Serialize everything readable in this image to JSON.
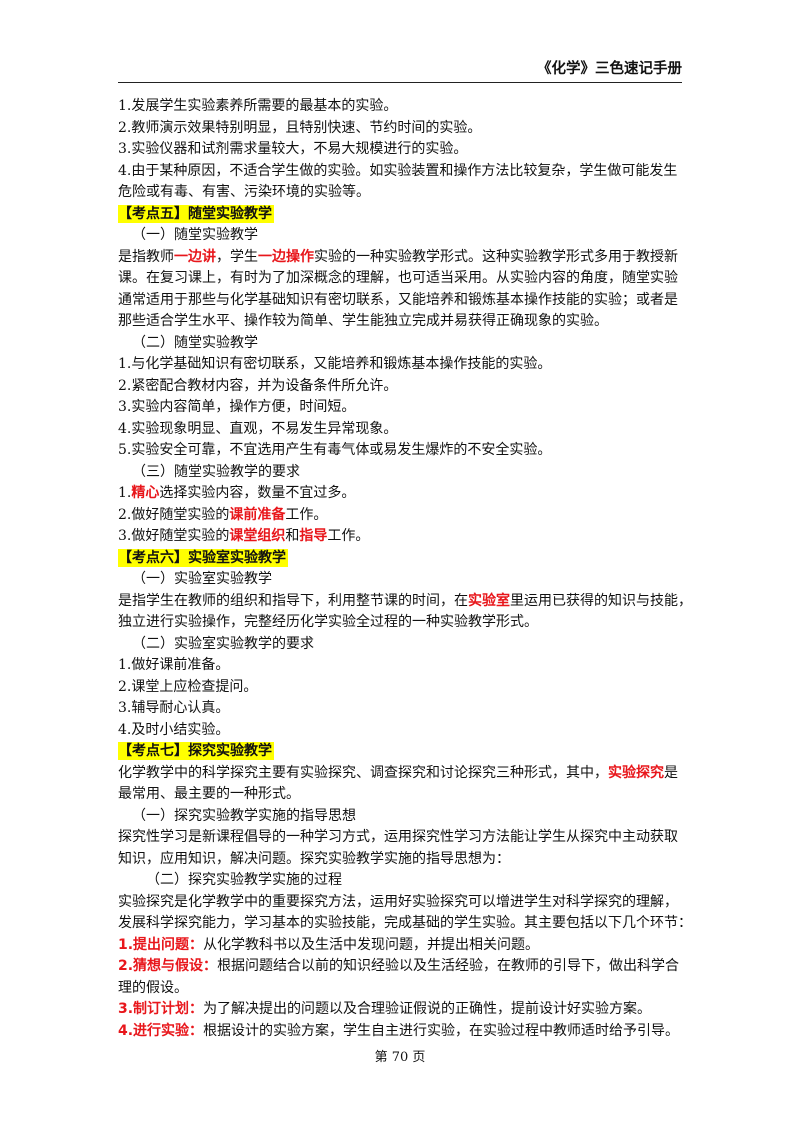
{
  "header": {
    "title": "《化学》三色速记手册"
  },
  "lines": [
    {
      "t": "1.发展学生实验素养所需要的最基本的实验。"
    },
    {
      "t": "2.教师演示效果特别明显，且特别快速、节约时间的实验。"
    },
    {
      "t": "3.实验仪器和试剂需求量较大，不易大规模进行的实验。"
    },
    {
      "t": "4.由于某种原因，不适合学生做的实验。如实验装置和操作方法比较复杂，学生做可能发生"
    },
    {
      "t": "危险或有毒、有害、污染环境的实验等。"
    },
    {
      "sec": "【考点五】随堂实验教学"
    },
    {
      "t": "（一）随堂实验教学",
      "ind": 1
    },
    {
      "segs": [
        {
          "t": "是指教师"
        },
        {
          "r": "一边讲"
        },
        {
          "t": "，学生"
        },
        {
          "r": "一边操作"
        },
        {
          "t": "实验的一种实验教学形式。这种实验教学形式多用于教授新"
        }
      ]
    },
    {
      "t": "课。在复习课上，有时为了加深概念的理解，也可适当采用。从实验内容的角度，随堂实验"
    },
    {
      "t": "通常适用于那些与化学基础知识有密切联系，又能培养和锻炼基本操作技能的实验；或者是"
    },
    {
      "t": "那些适合学生水平、操作较为简单、学生能独立完成并易获得正确现象的实验。"
    },
    {
      "t": "（二）随堂实验教学",
      "ind": 1
    },
    {
      "t": "1.与化学基础知识有密切联系，又能培养和锻炼基本操作技能的实验。"
    },
    {
      "t": "2.紧密配合教材内容，并为设备条件所允许。"
    },
    {
      "t": "3.实验内容简单，操作方便，时间短。"
    },
    {
      "t": "4.实验现象明显、直观，不易发生异常现象。"
    },
    {
      "t": "5.实验安全可靠，不宜选用产生有毒气体或易发生爆炸的不安全实验。"
    },
    {
      "t": "（三）随堂实验教学的要求",
      "ind": 1
    },
    {
      "segs": [
        {
          "t": "1."
        },
        {
          "r": "精心"
        },
        {
          "t": "选择实验内容，数量不宜过多。"
        }
      ]
    },
    {
      "segs": [
        {
          "t": "2.做好随堂实验的"
        },
        {
          "r": "课前准备"
        },
        {
          "t": "工作。"
        }
      ]
    },
    {
      "segs": [
        {
          "t": "3.做好随堂实验的"
        },
        {
          "r": "课堂组织"
        },
        {
          "t": "和"
        },
        {
          "r": "指导"
        },
        {
          "t": "工作。"
        }
      ]
    },
    {
      "sec": "【考点六】实验室实验教学"
    },
    {
      "t": "（一）实验室实验教学",
      "ind": 1
    },
    {
      "segs": [
        {
          "t": "是指学生在教师的组织和指导下，利用整节课的时间，在"
        },
        {
          "r": "实验室"
        },
        {
          "t": "里运用已获得的知识与技能，"
        }
      ]
    },
    {
      "t": "独立进行实验操作，完整经历化学实验全过程的一种实验教学形式。"
    },
    {
      "t": "（二）实验室实验教学的要求",
      "ind": 1
    },
    {
      "t": "1.做好课前准备。"
    },
    {
      "t": "2.课堂上应检查提问。"
    },
    {
      "t": "3.辅导耐心认真。"
    },
    {
      "t": "4.及时小结实验。"
    },
    {
      "sec": "【考点七】探究实验教学"
    },
    {
      "segs": [
        {
          "t": "化学教学中的科学探究主要有实验探究、调查探究和讨论探究三种形式，其中，"
        },
        {
          "r": "实验探究"
        },
        {
          "t": "是"
        }
      ]
    },
    {
      "t": "最常用、最主要的一种形式。"
    },
    {
      "t": "（一）探究实验教学实施的指导思想",
      "ind": 1
    },
    {
      "t": "探究性学习是新课程倡导的一种学习方式，运用探究性学习方法能让学生从探究中主动获取"
    },
    {
      "t": "知识，应用知识，解决问题。探究实验教学实施的指导思想为："
    },
    {
      "t": "（二）探究实验教学实施的过程",
      "ind": 2
    },
    {
      "t": "实验探究是化学教学中的重要探究方法，运用好实验探究可以增进学生对科学探究的理解，"
    },
    {
      "t": "发展科学探究能力，学习基本的实验技能，完成基础的学生实验。其主要包括以下几个环节："
    },
    {
      "segs": [
        {
          "r": "1.提出问题："
        },
        {
          "t": "从化学教科书以及生活中发现问题，并提出相关问题。"
        }
      ]
    },
    {
      "segs": [
        {
          "r": "2.猜想与假设："
        },
        {
          "t": "根据问题结合以前的知识经验以及生活经验，在教师的引导下，做出科学合"
        }
      ]
    },
    {
      "t": "理的假设。"
    },
    {
      "segs": [
        {
          "r": "3.制订计划："
        },
        {
          "t": "为了解决提出的问题以及合理验证假说的正确性，提前设计好实验方案。"
        }
      ]
    },
    {
      "segs": [
        {
          "r": "4.进行实验："
        },
        {
          "t": "根据设计的实验方案，学生自主进行实验，在实验过程中教师适时给予引导。"
        }
      ]
    }
  ],
  "footer": {
    "page": "第 70 页"
  }
}
